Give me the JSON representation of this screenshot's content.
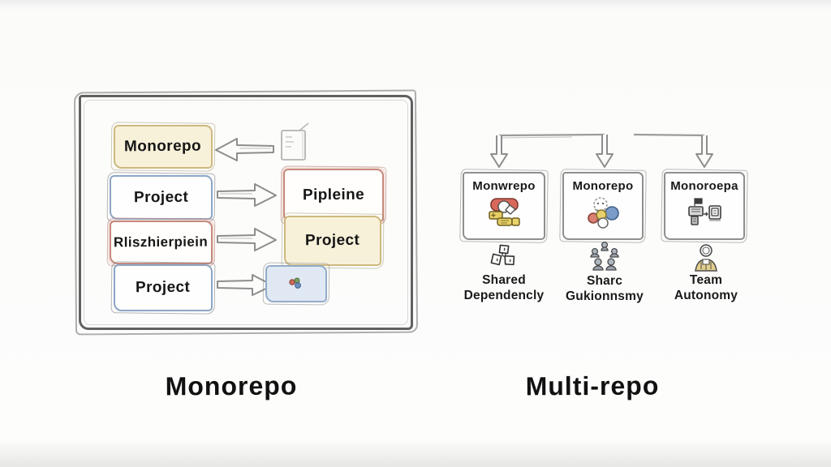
{
  "captions": {
    "left": "Monorepo",
    "right": "Multi-repo"
  },
  "colors": {
    "yellow_fill": "#f8f1da",
    "yellow_border": "#cdb97e",
    "blue_border": "#8ba6c6",
    "red_border": "#c6897b",
    "sketch_gray": "#9a9a9a",
    "ink": "#1e1e1e"
  },
  "monorepo_panel": {
    "box_monorepo": "Monorepo",
    "box_project_1": "Project",
    "box_rlis": "Rliszhierpiein",
    "box_project_2": "Project",
    "box_pipeline": "Pipleine",
    "box_project_right": "Project"
  },
  "multirepo_panel": {
    "cards": [
      {
        "title": "Monwrepo",
        "icon": "red-yellow-modules-icon",
        "caption_icon": "puzzle-pieces-icon",
        "caption_line1": "Shared",
        "caption_line2": "Dependencly"
      },
      {
        "title": "Monorepo",
        "icon": "colored-circles-icon",
        "caption_icon": "team-circle-icon",
        "caption_line1": "Sharc",
        "caption_line2": "Gukionnsmy"
      },
      {
        "title": "Monoroepa",
        "icon": "gray-machines-icon",
        "caption_icon": "person-icon",
        "caption_line1": "Team",
        "caption_line2": "Autonomy"
      }
    ]
  }
}
